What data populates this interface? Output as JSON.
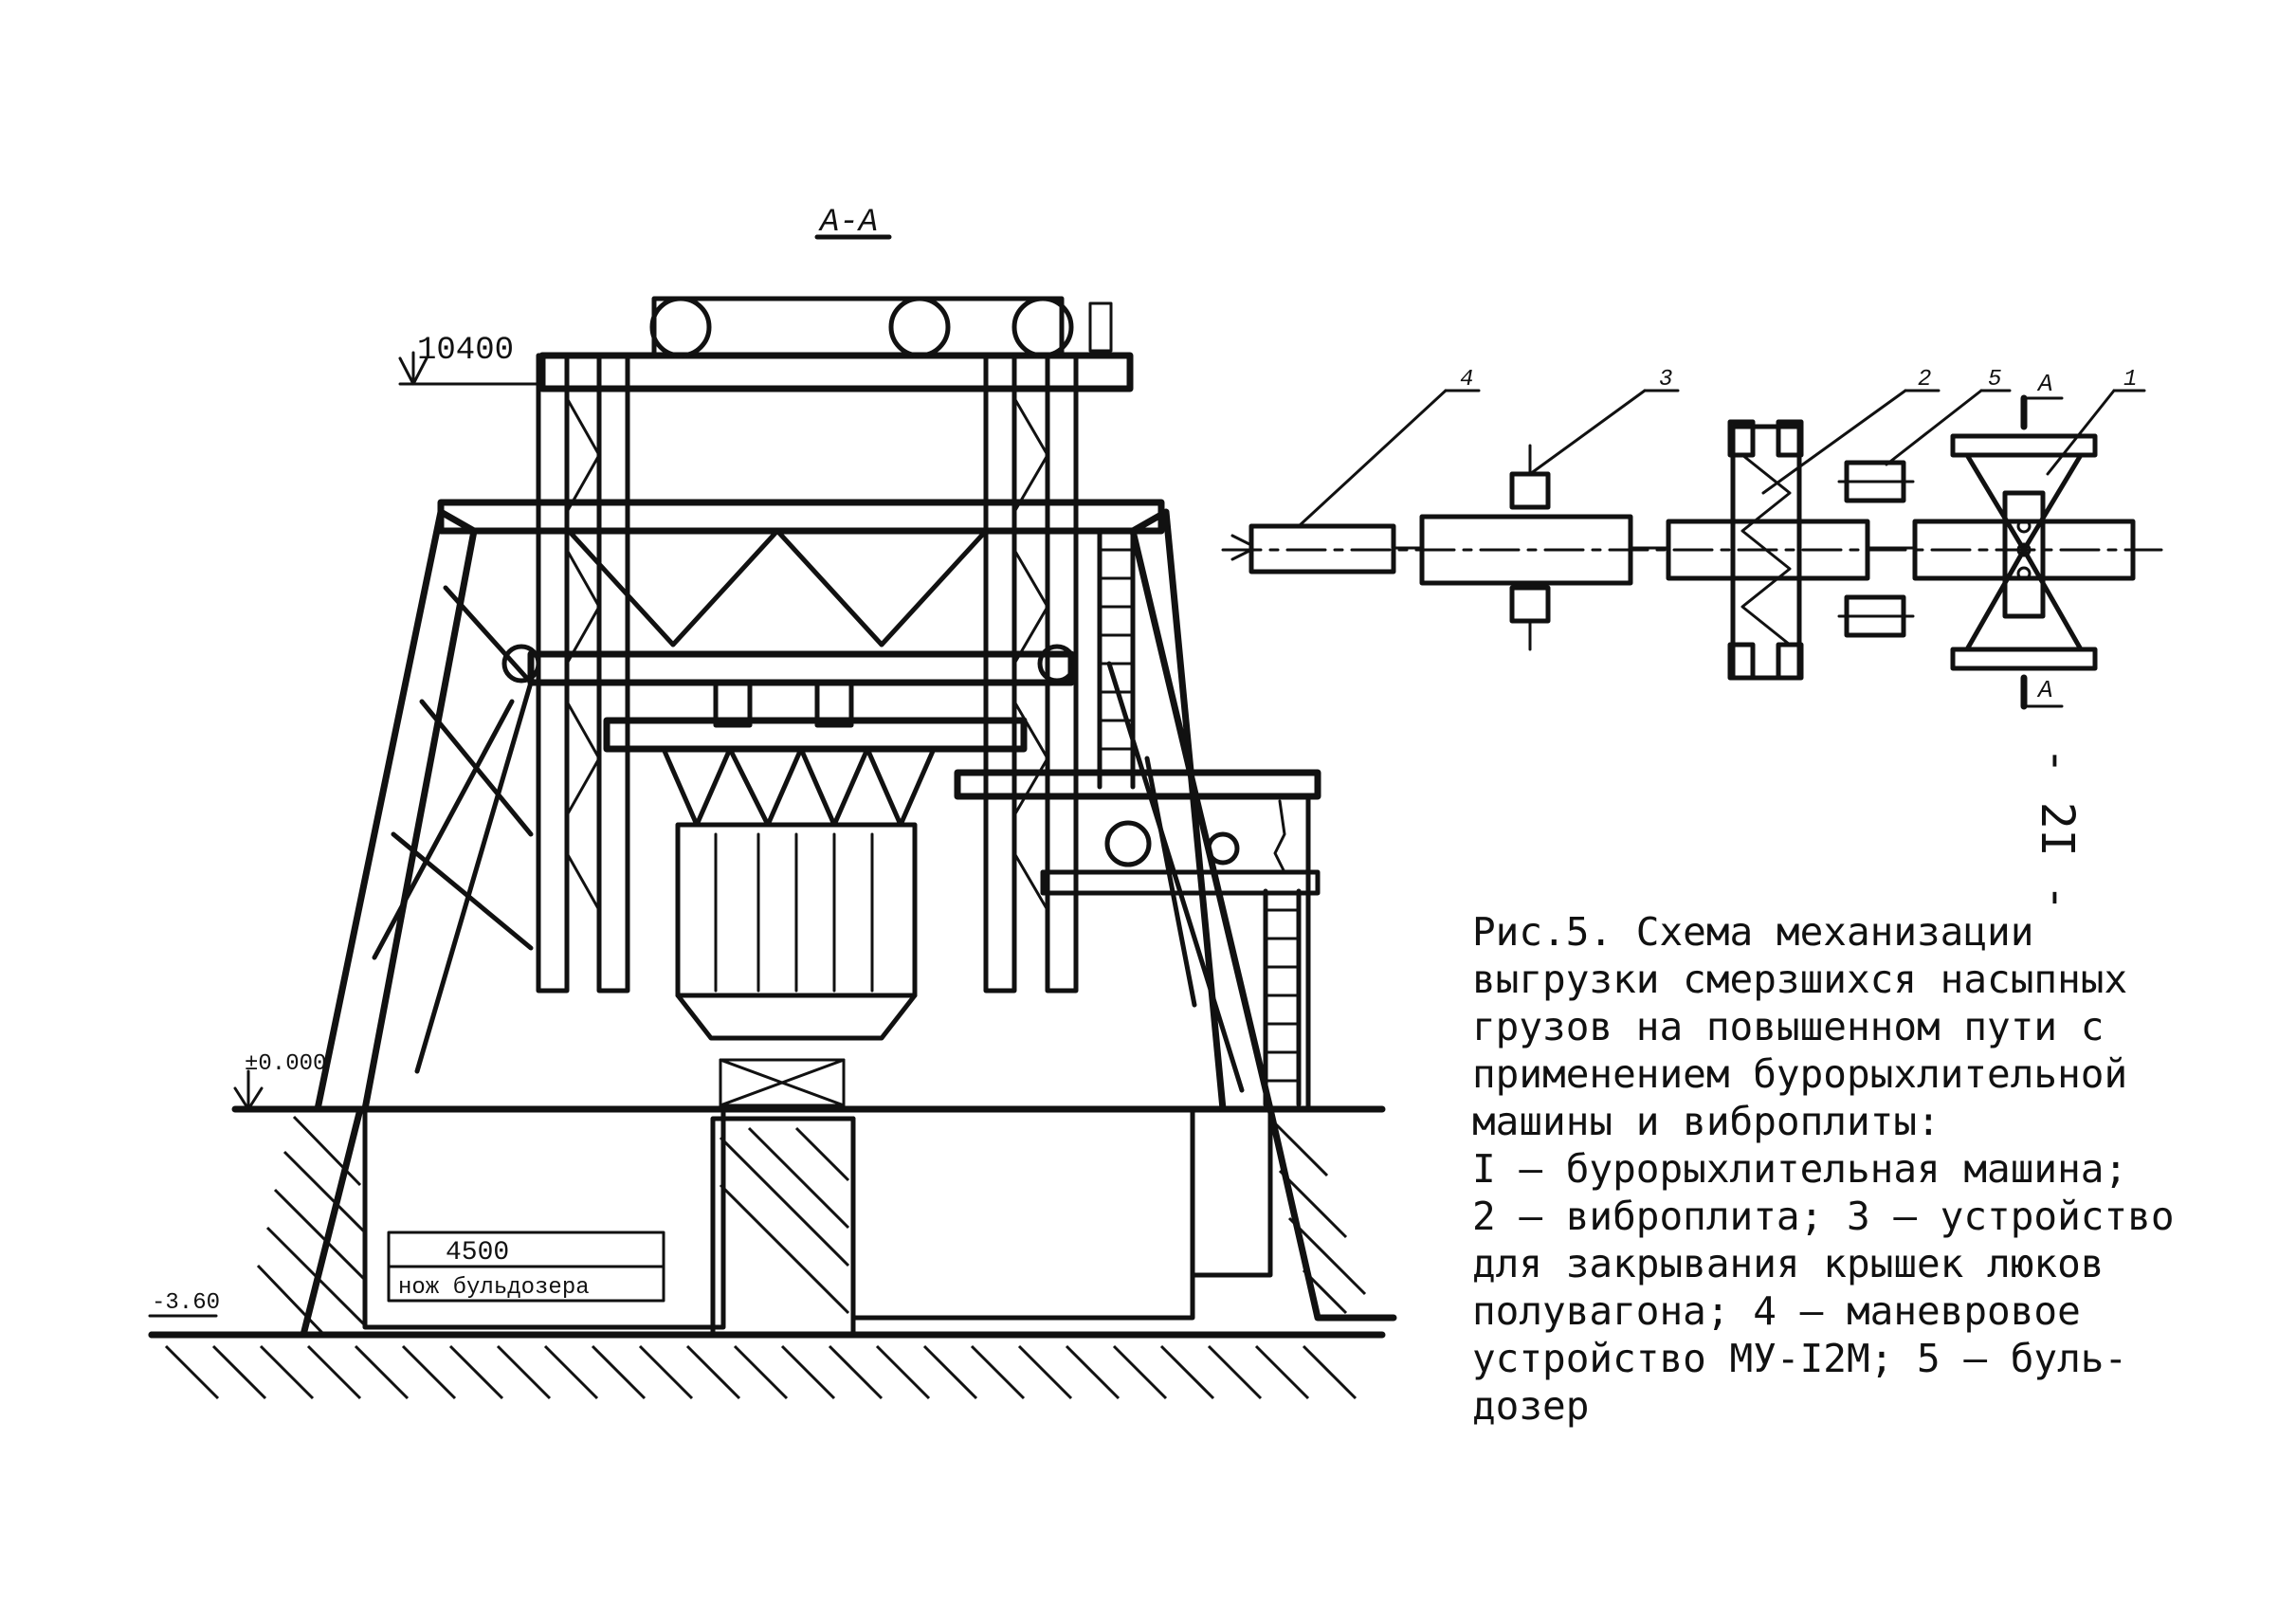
{
  "section_label": "А-А",
  "elevations": {
    "top": "10400",
    "ground": "±0.000",
    "pit": "-3.60"
  },
  "pit_sign": {
    "dimension": "4500",
    "text": "нож бульдозера"
  },
  "plan_callouts": [
    "4",
    "3",
    "2",
    "5",
    "1"
  ],
  "section_marks": [
    "А",
    "А"
  ],
  "page_number": "- 2I -",
  "caption": {
    "lines": [
      "Рис.5. Схема механизации",
      "выгрузки смерзшихся насыпных",
      "грузов на повышенном пути с",
      "применением бурорыхлительной",
      "машины и виброплиты:",
      "I – бурорыхлительная машина;",
      "2 – виброплита; 3 – устройство",
      "для закрывания крышек люков",
      "полувагона; 4 – маневровое",
      "устройство МУ-I2М; 5 – буль-",
      "дозер"
    ]
  }
}
